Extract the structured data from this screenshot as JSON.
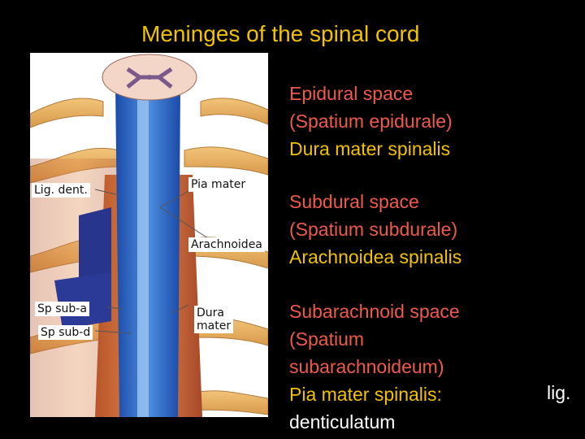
{
  "title": "Meninges of the spinal cord",
  "illustration": {
    "labels": {
      "lig_dent": "Lig. dent.",
      "pia_mater": "Pia mater",
      "arachnoidea": "Arachnoidea",
      "sp_sub_a": "Sp sub-a",
      "sp_sub_d": "Sp sub-d",
      "dura_mater_line1": "Dura",
      "dura_mater_line2": "mater"
    }
  },
  "epidural": {
    "line1": "Epidural space",
    "line2": "(Spatium epidurale)",
    "line3": "Dura mater spinalis"
  },
  "subdural": {
    "line1": "Subdural space",
    "line2": "(Spatium subdurale)",
    "line3": "Arachnoidea spinalis"
  },
  "subarachnoid": {
    "line1": "Subarachnoid space",
    "line2": "(Spatium",
    "line3": "subarachnoideum)",
    "line4": "Pia mater spinalis:",
    "line5": "denticulatum",
    "side": "lig."
  },
  "colors": {
    "title": "#f2c200",
    "space_name": "#f05a4a",
    "membrane_name": "#f2c200"
  }
}
